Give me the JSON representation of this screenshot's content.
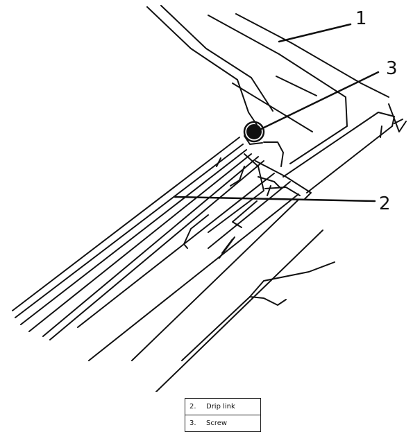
{
  "callouts": [
    {
      "number": "1"
    },
    {
      "number": "3"
    },
    {
      "number": "2"
    }
  ],
  "legend": {
    "rows": [
      {
        "number": "2.",
        "label": "Drip link"
      },
      {
        "number": "3.",
        "label": "Screw"
      }
    ]
  }
}
